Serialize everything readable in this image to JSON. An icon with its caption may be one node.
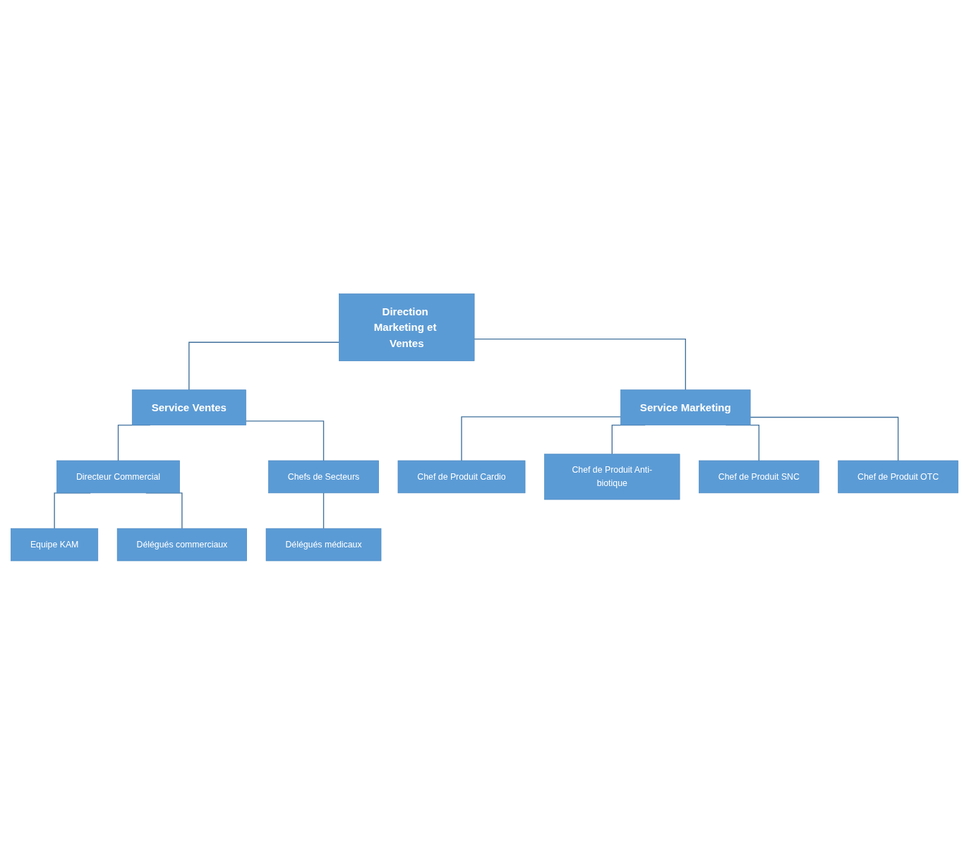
{
  "diagram": {
    "nodes": [
      {
        "text": [
          "Direction Marketing et Ventes"
        ]
      },
      {
        "text": [
          "Service Ventes"
        ]
      },
      {
        "text": [
          "Service Marketing"
        ]
      },
      {
        "text": [
          "Directeur Commercial"
        ]
      },
      {
        "text": [
          "Chefs de Secteurs"
        ]
      },
      {
        "text": [
          "Equipe KAM"
        ]
      },
      {
        "text": [
          "Délégués commerciaux"
        ]
      },
      {
        "text": [
          "Délégués médicaux"
        ]
      },
      {
        "text": [
          "Chef de Produit Cardio"
        ]
      },
      {
        "text": [
          "Chef de Produit Anti-biotique"
        ]
      },
      {
        "text": [
          "Chef de Produit SNC"
        ]
      },
      {
        "text": [
          "Chef de Produit OTC"
        ]
      }
    ],
    "edges": [
      {
        "from": 0,
        "to": 1,
        "arrow": "none"
      },
      {
        "from": 0,
        "to": 2,
        "arrow": "none"
      },
      {
        "from": 1,
        "to": 3,
        "arrow": "none"
      },
      {
        "from": 1,
        "to": 4,
        "arrow": "none"
      },
      {
        "from": 3,
        "to": 5,
        "arrow": "none"
      },
      {
        "from": 3,
        "to": 6,
        "arrow": "none"
      },
      {
        "from": 4,
        "to": 7,
        "arrow": "none"
      },
      {
        "from": 2,
        "to": 8,
        "arrow": "none"
      },
      {
        "from": 2,
        "to": 9,
        "arrow": "none"
      },
      {
        "from": 2,
        "to": 10,
        "arrow": "none"
      },
      {
        "from": 2,
        "to": 11,
        "arrow": "none"
      }
    ]
  }
}
